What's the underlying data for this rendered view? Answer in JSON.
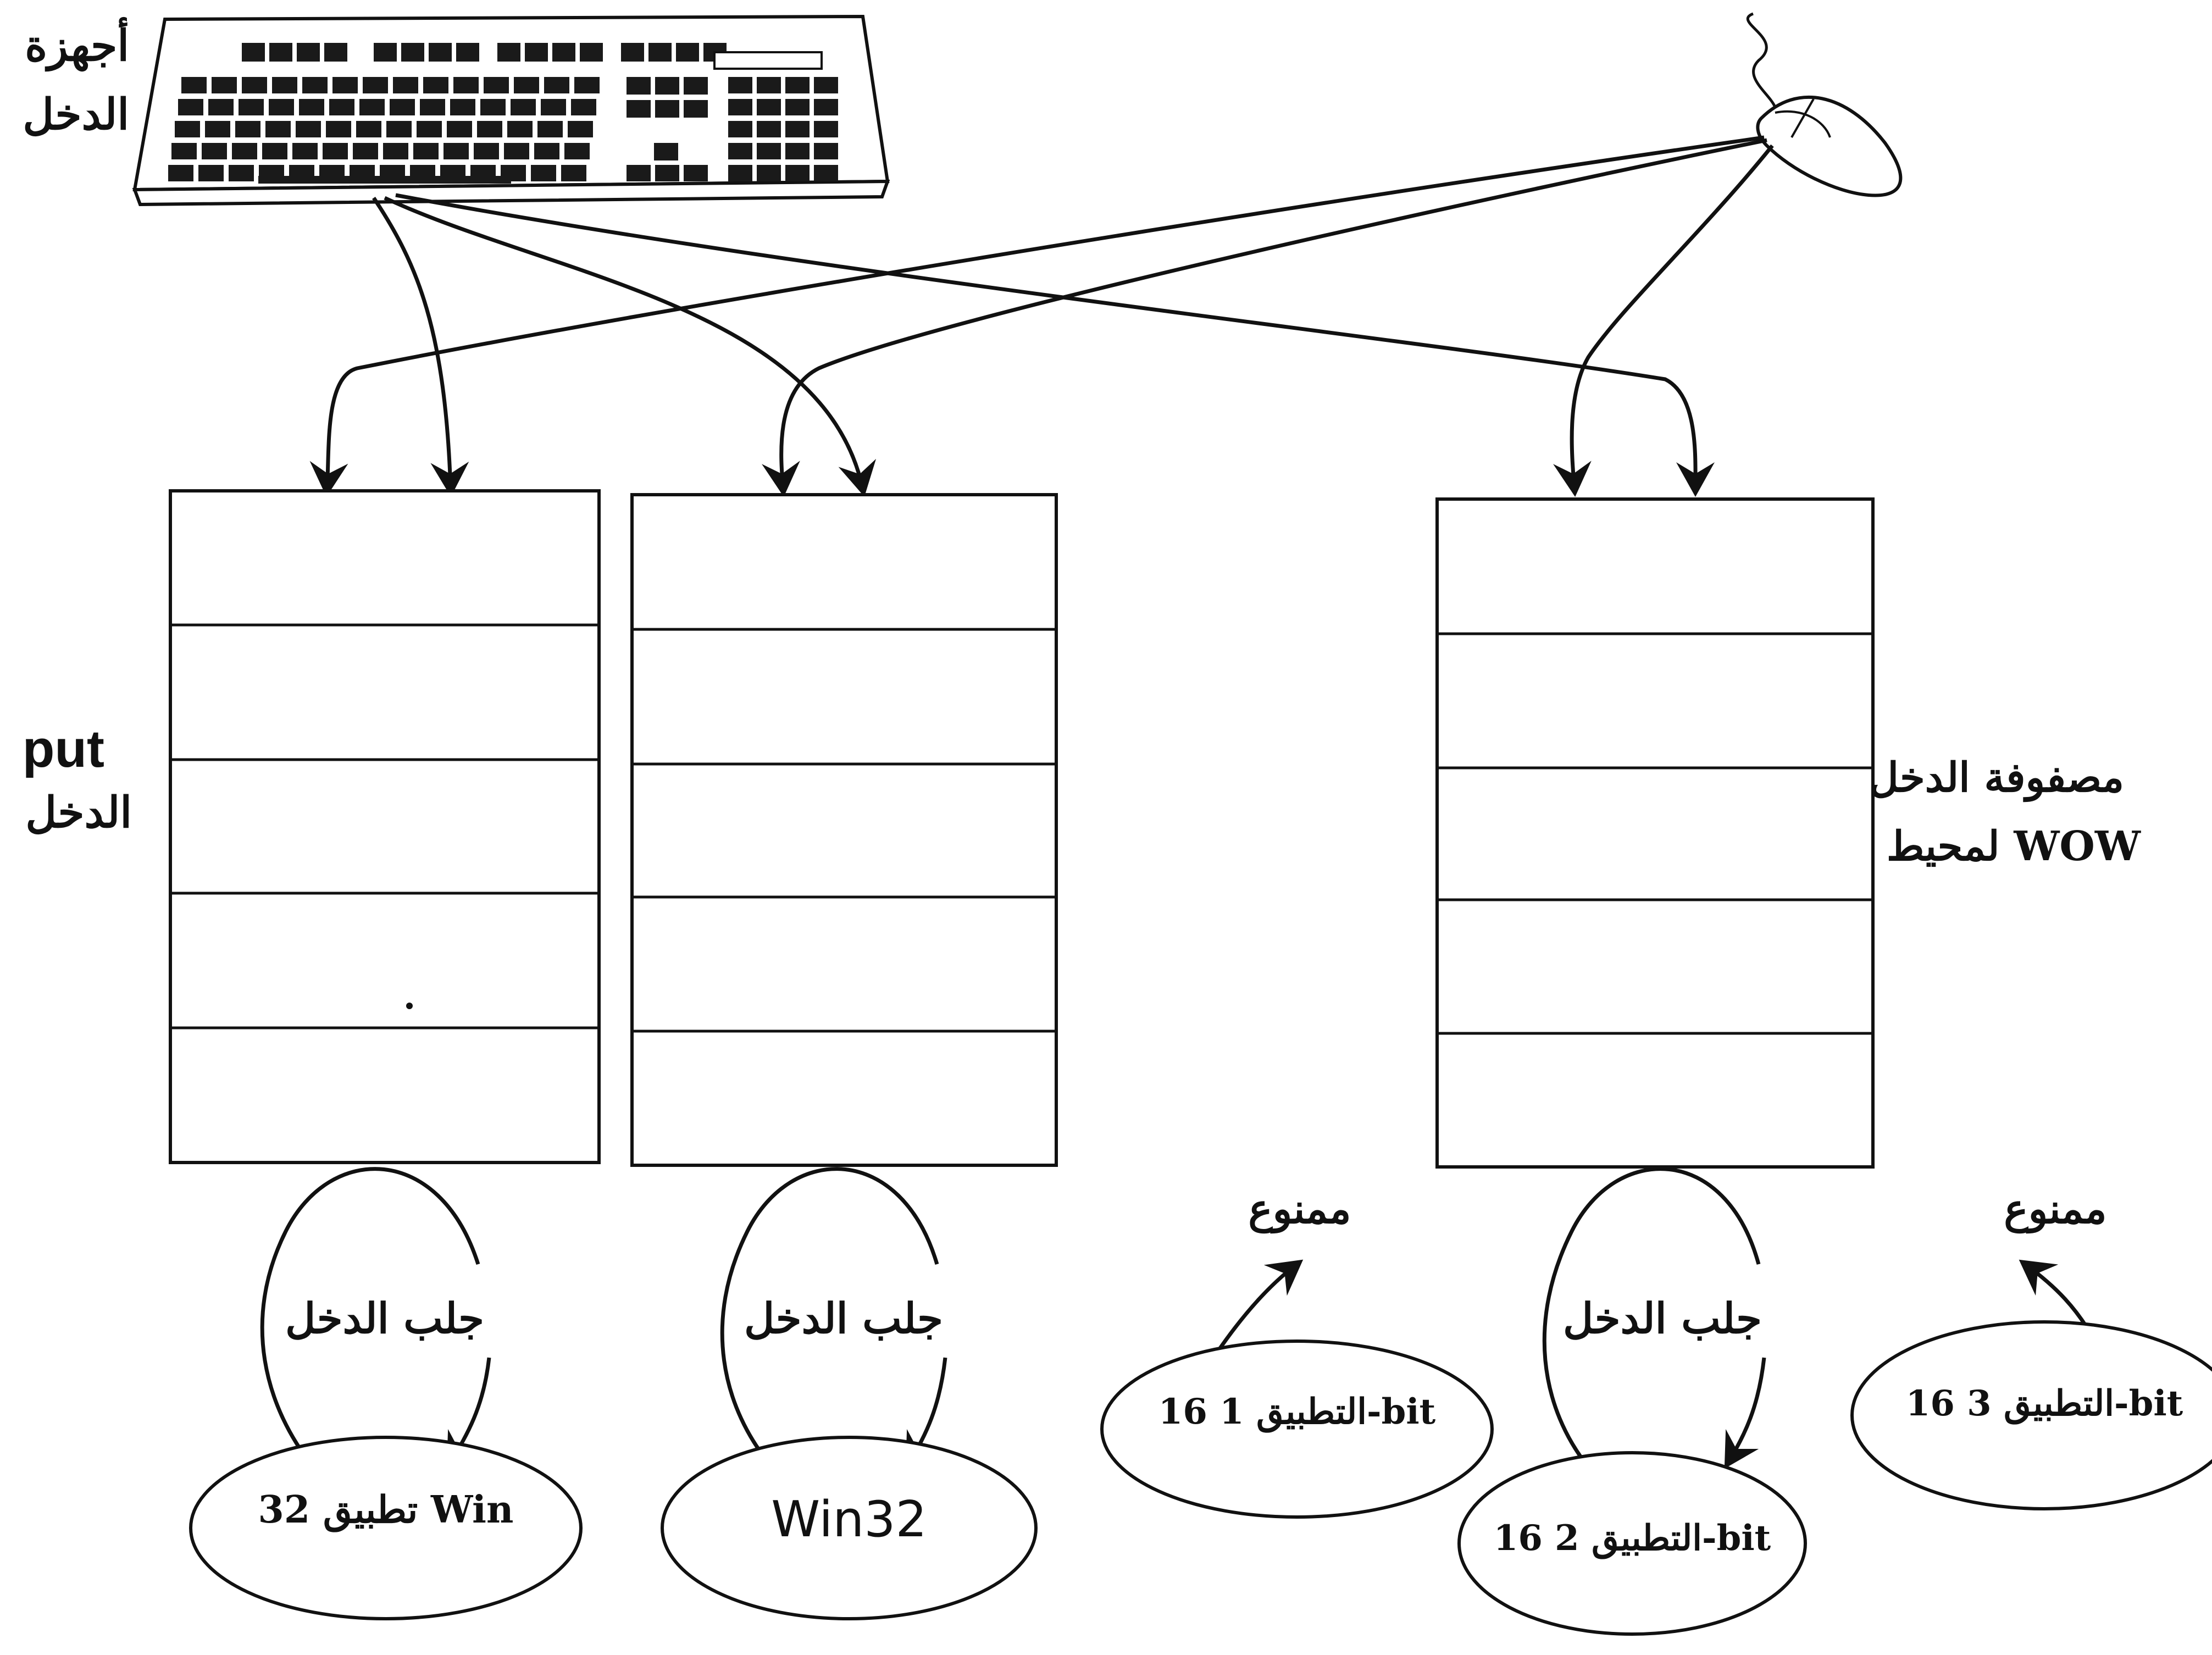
{
  "labels": {
    "input_devices_line1": "أجهزة",
    "input_devices_line2": "الدخل",
    "left_queue_line1": "put",
    "left_queue_line2": "الدخل",
    "wow_queue_line1": "مصفوفة الدخل",
    "wow_queue_line2": "لمحيط WOW",
    "fetch_input": "جلب الدخل",
    "blocked": "ممنوع"
  },
  "queues": [
    {
      "id": "queue-a",
      "rows": 5
    },
    {
      "id": "queue-b",
      "rows": 5
    },
    {
      "id": "queue-wow",
      "rows": 5
    }
  ],
  "apps": {
    "win32_app_a": "تطبيق 32 Win",
    "win32_app_b": "Win32",
    "app16_1": "التطبيق 1 16-bit",
    "app16_2": "التطبيق 2 16-bit",
    "app16_3": "التطبيق 3 16-bit"
  },
  "devices": {
    "keyboard_icon": "keyboard-icon",
    "mouse_icon": "mouse-icon"
  }
}
